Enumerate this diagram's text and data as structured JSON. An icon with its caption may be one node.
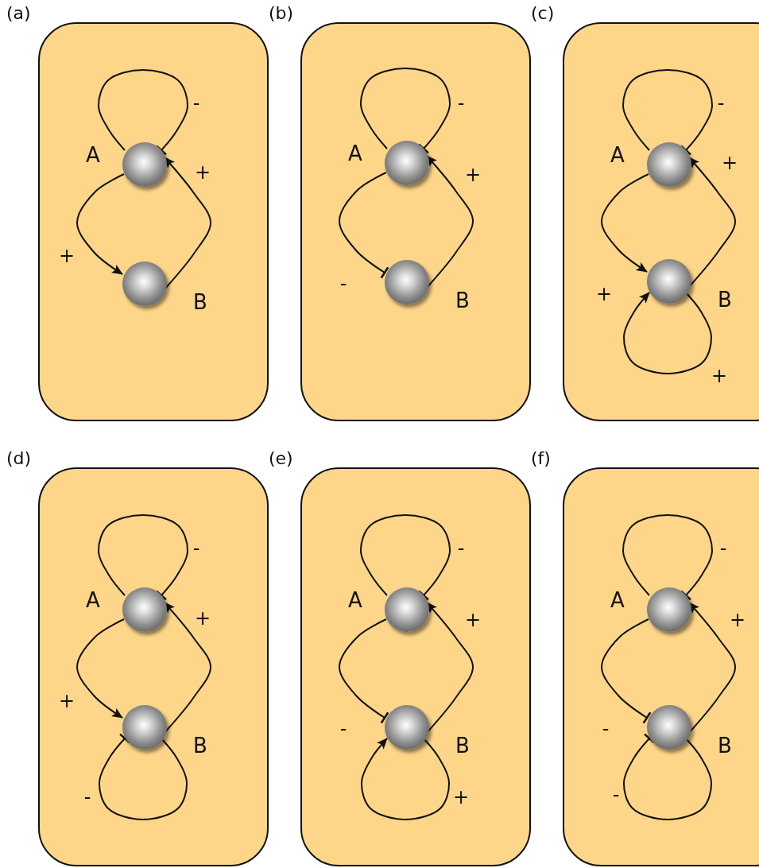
{
  "diagram": {
    "nodes": [
      {
        "text": [
          "(a)"
        ]
      },
      {
        "text": [],
        "shape": "circle",
        "beside": [
          "A"
        ],
        "in": 0
      },
      {
        "text": [],
        "shape": "circle",
        "beside": [
          "B"
        ],
        "in": 0
      },
      {
        "text": [
          "(b)"
        ]
      },
      {
        "text": [],
        "shape": "circle",
        "beside": [
          "A"
        ],
        "in": 3
      },
      {
        "text": [],
        "shape": "circle",
        "beside": [
          "B"
        ],
        "in": 3
      },
      {
        "text": [
          "(c)"
        ]
      },
      {
        "text": [],
        "shape": "circle",
        "beside": [
          "A"
        ],
        "in": 6
      },
      {
        "text": [],
        "shape": "circle",
        "beside": [
          "B"
        ],
        "in": 6
      },
      {
        "text": [
          "(d)"
        ]
      },
      {
        "text": [],
        "shape": "circle",
        "beside": [
          "A"
        ],
        "in": 9
      },
      {
        "text": [],
        "shape": "circle",
        "beside": [
          "B"
        ],
        "in": 9
      },
      {
        "text": [
          "(e)"
        ]
      },
      {
        "text": [],
        "shape": "circle",
        "beside": [
          "A"
        ],
        "in": 12
      },
      {
        "text": [],
        "shape": "circle",
        "beside": [
          "B"
        ],
        "in": 12
      },
      {
        "text": [
          "(f)"
        ]
      },
      {
        "text": [],
        "shape": "circle",
        "beside": [
          "A"
        ],
        "in": 15
      },
      {
        "text": [],
        "shape": "circle",
        "beside": [
          "B"
        ],
        "in": 15
      }
    ],
    "edges": [
      {
        "from": 1,
        "to": 1,
        "arrow": "other",
        "label": "-"
      },
      {
        "from": 1,
        "to": 2,
        "arrow": "to",
        "label": "+"
      },
      {
        "from": 2,
        "to": 1,
        "arrow": "to",
        "label": "+"
      },
      {
        "from": 4,
        "to": 4,
        "arrow": "other",
        "label": "-"
      },
      {
        "from": 4,
        "to": 5,
        "arrow": "other",
        "label": "-"
      },
      {
        "from": 5,
        "to": 4,
        "arrow": "to",
        "label": "+"
      },
      {
        "from": 7,
        "to": 7,
        "arrow": "other",
        "label": "-"
      },
      {
        "from": 7,
        "to": 8,
        "arrow": "to",
        "label": "+"
      },
      {
        "from": 8,
        "to": 7,
        "arrow": "to",
        "label": "+"
      },
      {
        "from": 8,
        "to": 8,
        "arrow": "to",
        "label": "+"
      },
      {
        "from": 10,
        "to": 10,
        "arrow": "other",
        "label": "-"
      },
      {
        "from": 10,
        "to": 11,
        "arrow": "to",
        "label": "+"
      },
      {
        "from": 11,
        "to": 10,
        "arrow": "to",
        "label": "+"
      },
      {
        "from": 11,
        "to": 11,
        "arrow": "other",
        "label": "-"
      },
      {
        "from": 13,
        "to": 13,
        "arrow": "other",
        "label": "-"
      },
      {
        "from": 13,
        "to": 14,
        "arrow": "other",
        "label": "-"
      },
      {
        "from": 14,
        "to": 13,
        "arrow": "to",
        "label": "+"
      },
      {
        "from": 14,
        "to": 14,
        "arrow": "to",
        "label": "+"
      },
      {
        "from": 16,
        "to": 16,
        "arrow": "other",
        "label": "-"
      },
      {
        "from": 16,
        "to": 17,
        "arrow": "other",
        "label": "-"
      },
      {
        "from": 17,
        "to": 16,
        "arrow": "to",
        "label": "+"
      },
      {
        "from": 17,
        "to": 17,
        "arrow": "other",
        "label": "-"
      }
    ]
  }
}
